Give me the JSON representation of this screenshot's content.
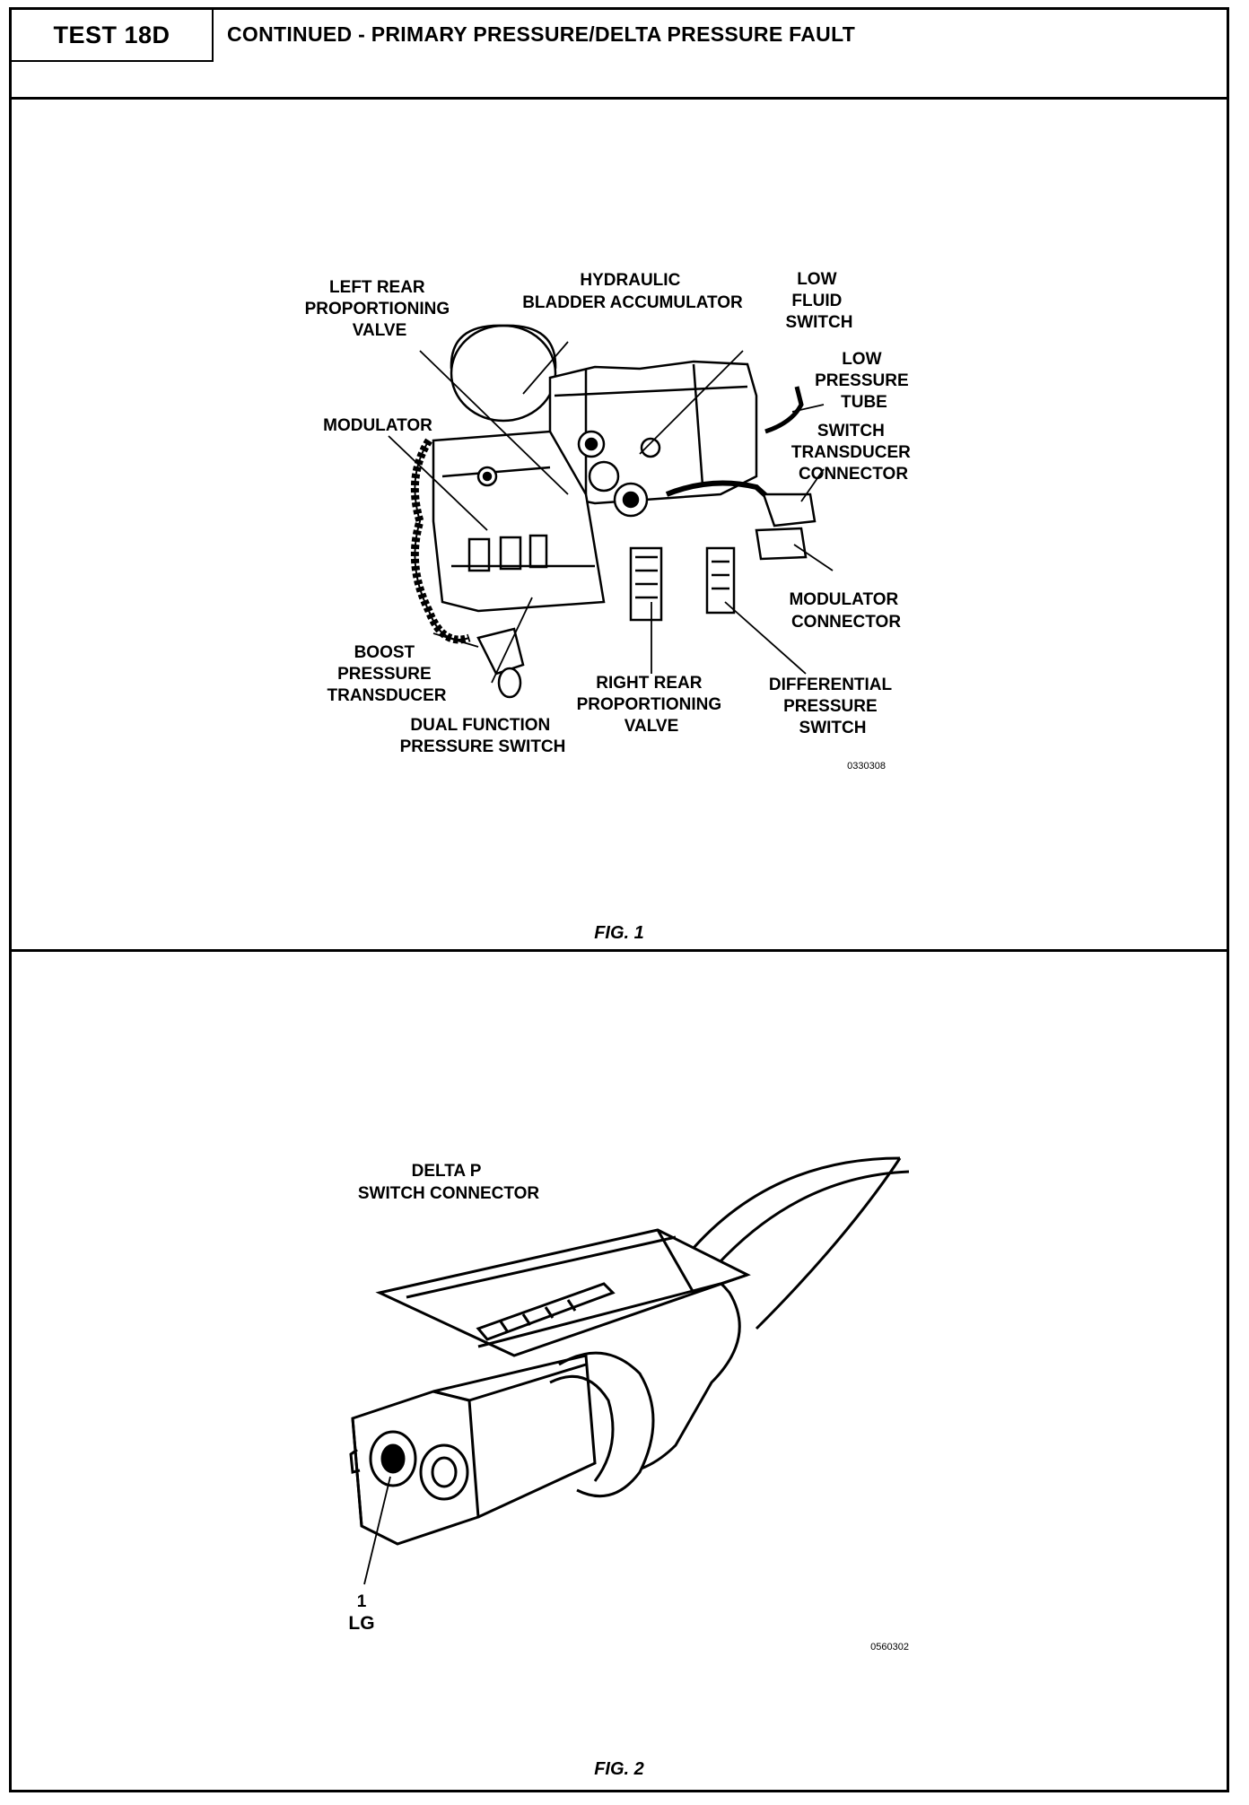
{
  "header": {
    "test_id": "TEST 18D",
    "title": "CONTINUED - PRIMARY PRESSURE/DELTA PRESSURE FAULT"
  },
  "figure1": {
    "caption": "FIG. 1",
    "image_code": "0330308",
    "labels": {
      "left_rear_valve": [
        "LEFT REAR",
        "PROPORTIONING",
        "VALVE"
      ],
      "accumulator": [
        "HYDRAULIC",
        "BLADDER ACCUMULATOR"
      ],
      "low_fluid_switch": [
        "LOW",
        "FLUID",
        "SWITCH"
      ],
      "low_pressure_tube": [
        "LOW",
        "PRESSURE",
        "TUBE"
      ],
      "switch_transducer_connector": [
        "SWITCH",
        "TRANSDUCER",
        "CONNECTOR"
      ],
      "modulator": [
        "MODULATOR"
      ],
      "modulator_connector": [
        "MODULATOR",
        "CONNECTOR"
      ],
      "boost_transducer": [
        "BOOST",
        "PRESSURE",
        "TRANSDUCER"
      ],
      "dual_function_switch": [
        "DUAL FUNCTION",
        "PRESSURE SWITCH"
      ],
      "right_rear_valve": [
        "RIGHT REAR",
        "PROPORTIONING",
        "VALVE"
      ],
      "differential_switch": [
        "DIFFERENTIAL",
        "PRESSURE",
        "SWITCH"
      ]
    }
  },
  "figure2": {
    "caption": "FIG. 2",
    "image_code": "0560302",
    "labels": {
      "connector": [
        "DELTA P",
        "SWITCH CONNECTOR"
      ],
      "pin_number": "1",
      "pin_color": "LG"
    }
  }
}
